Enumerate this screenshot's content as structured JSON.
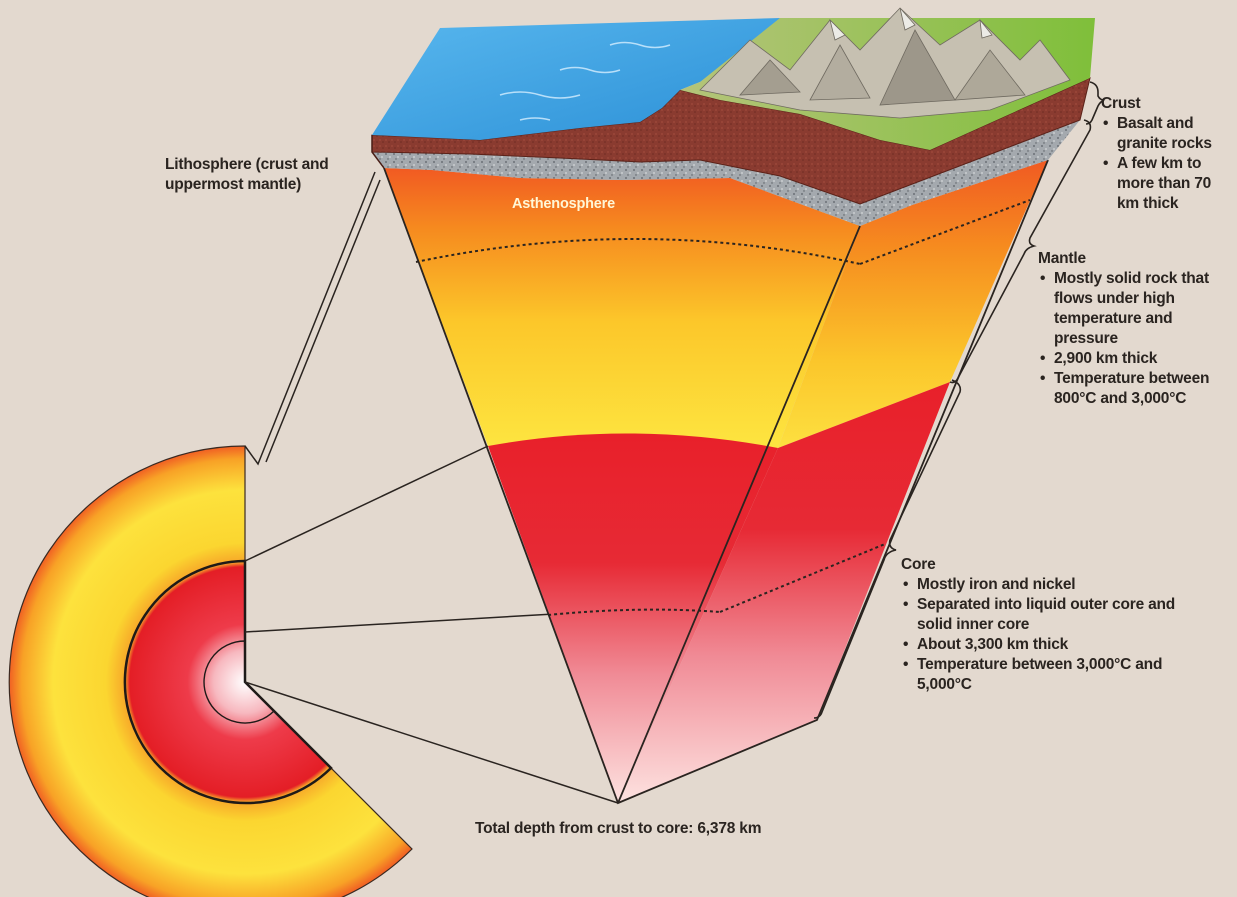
{
  "lithosphere": {
    "label": "Lithosphere (crust and uppermost mantle)"
  },
  "asthenosphere": {
    "label": "Asthenosphere"
  },
  "crust": {
    "title": "Crust",
    "points": [
      "Basalt and granite rocks",
      "A few km to more than 70 km thick"
    ]
  },
  "mantle": {
    "title": "Mantle",
    "points": [
      "Mostly solid rock that flows under high temperature and pressure",
      "2,900 km thick",
      "Temperature between 800°C and 3,000°C"
    ]
  },
  "core": {
    "title": "Core",
    "points": [
      "Mostly iron and nickel",
      "Separated into liquid outer core and solid inner core",
      "About 3,300 km thick",
      "Temperature between 3,000°C and 5,000°C"
    ]
  },
  "total_depth": "Total depth from crust to core: 6,378 km",
  "colors": {
    "background": "#e3d9cf",
    "ocean": "#3fa2e0",
    "crust_rock": "#8e3a2e",
    "granite": "#9aa0a6",
    "land": "#8cc63f",
    "mantle_upper": "#f36f21",
    "mantle_lower": "#fdd835",
    "core_outer": "#ed1c24",
    "core_inner": "#fbd3d3"
  }
}
